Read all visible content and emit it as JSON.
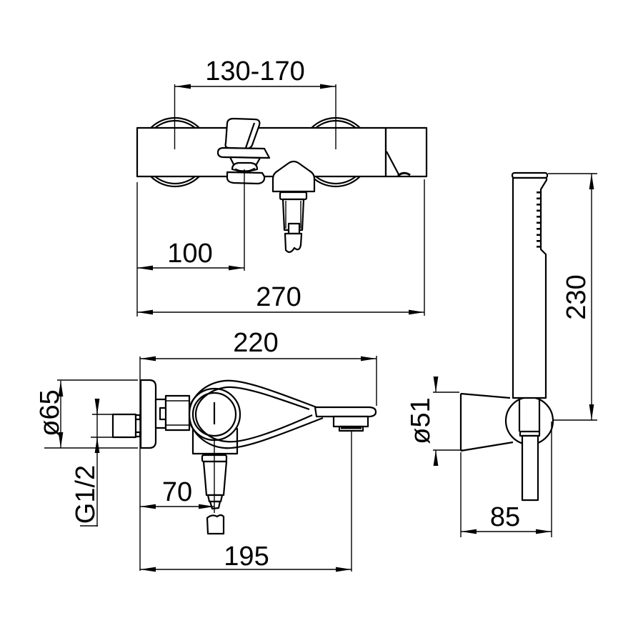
{
  "drawing": {
    "type": "technical-dimension-drawing",
    "colors": {
      "line": "#000000",
      "background": "#ffffff"
    }
  },
  "dims": {
    "front": {
      "mount_spacing": "130-170",
      "handle_offset": "100",
      "overall_width": "270"
    },
    "side": {
      "depth": "220",
      "escutcheon_diameter": "ø65",
      "thread": "G1/2",
      "outlet_offset": "70",
      "spout_reach": "195"
    },
    "shower": {
      "length": "230",
      "holder_diameter": "ø51",
      "holder_depth": "85"
    }
  }
}
